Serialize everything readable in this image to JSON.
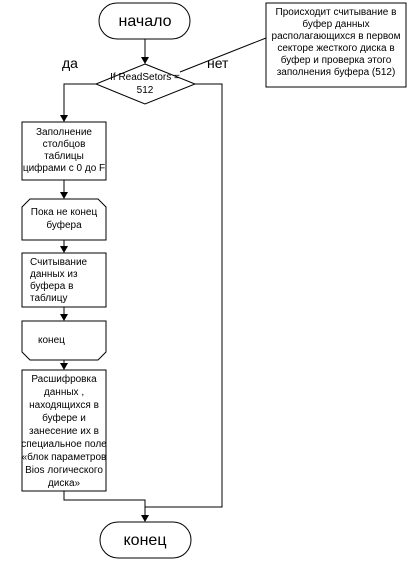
{
  "diagram": {
    "start_label": "начало",
    "end_label": "конец",
    "decision_line1": "If ReadSetors =",
    "decision_line2": "512",
    "branch_yes": "да",
    "branch_no": "нет",
    "comment_lines": [
      "Происходит считывание в",
      "буфер данных",
      "располагающихся в первом",
      "секторе жесткого диска в",
      "буфер и проверка этого",
      "заполнения буфера (512)"
    ],
    "fill_lines": [
      "Заполнение",
      "столбцов",
      "таблицы",
      "цифрами с 0 до F"
    ],
    "loop_start_lines": [
      "Пока не конец",
      "буфера"
    ],
    "read_lines": [
      "Считывание",
      "данных из",
      "буфера в",
      "таблицу"
    ],
    "loop_end_label": "конец",
    "decode_lines": [
      "Расшифровка",
      "данных ,",
      "находящихся в",
      "буфере и",
      "занесение их в",
      "специальное поле",
      "«блок параметров",
      "Bios логического",
      "диска»"
    ]
  }
}
